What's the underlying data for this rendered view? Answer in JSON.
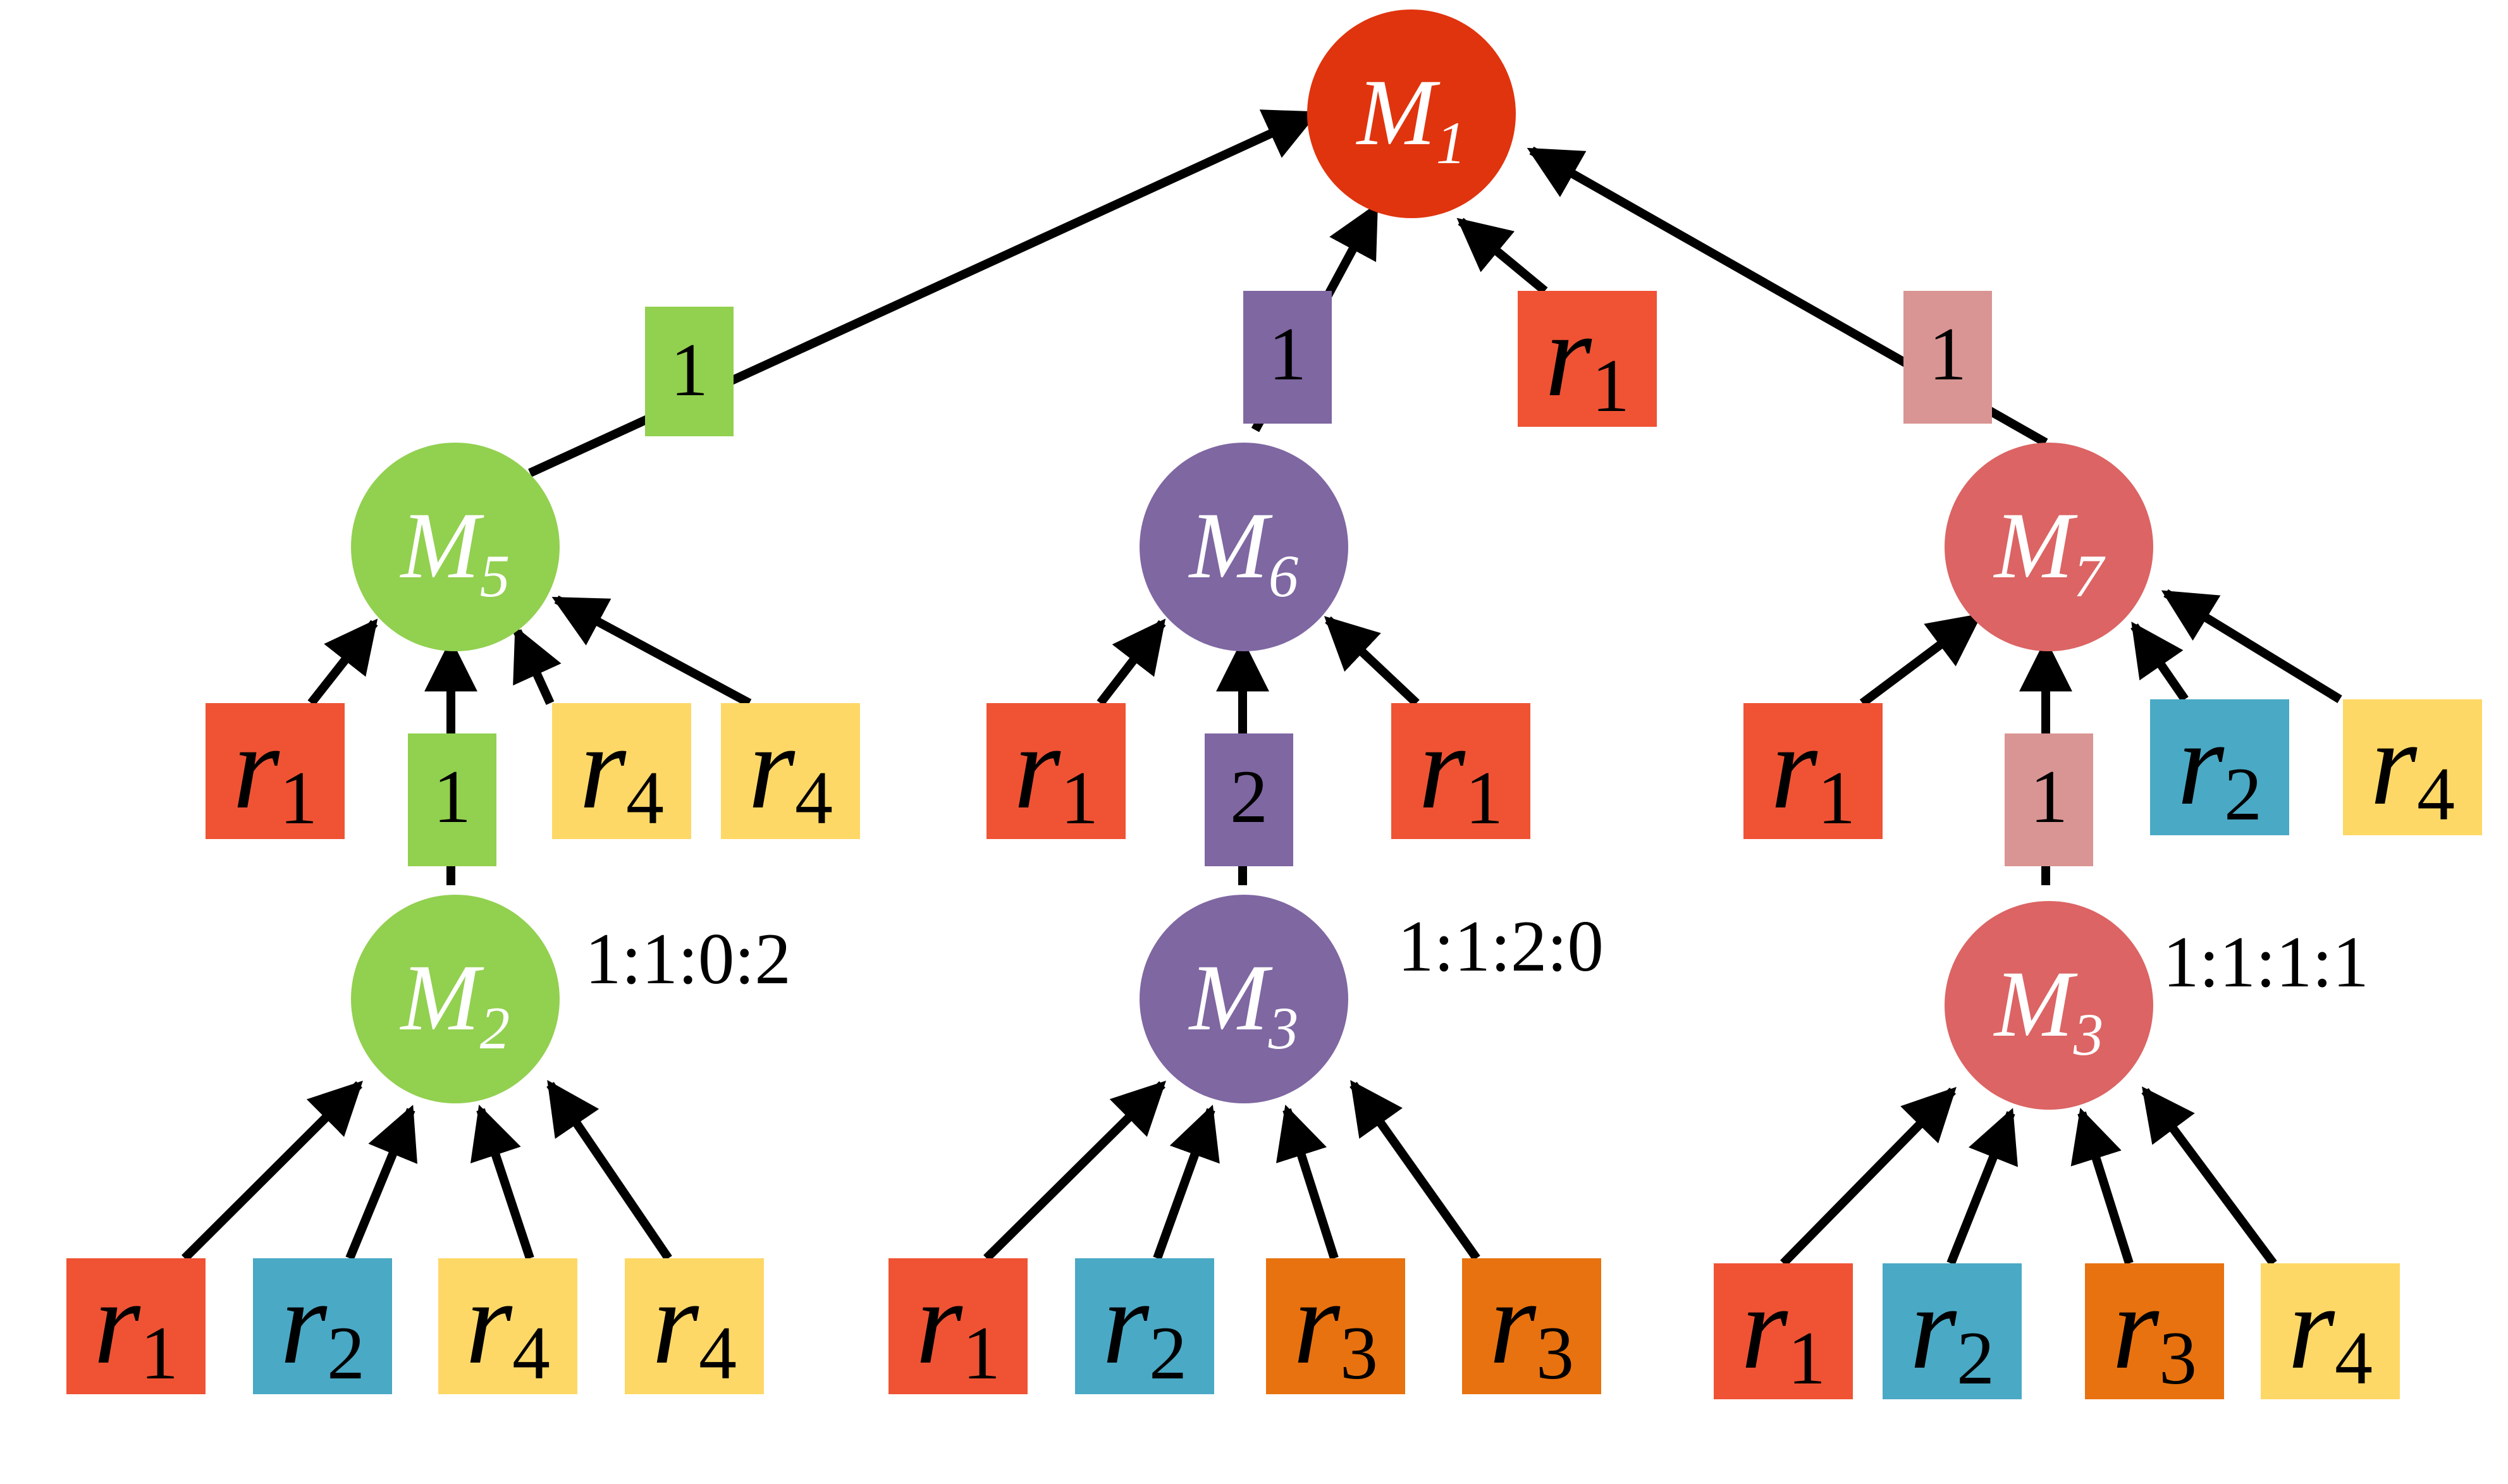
{
  "colors": {
    "r1": "#ef5334",
    "r2": "#4aa9c5",
    "r3": "#e8720f",
    "r4": "#fed866",
    "m1": "#e0340e",
    "m_green": "#92d050",
    "m_purple": "#7f67a2",
    "m_pink": "#dc6464",
    "edge_pink": "#d99593",
    "arrow": "#000000"
  },
  "nodes": {
    "m1": {
      "main": "M",
      "sub": "1"
    },
    "m5": {
      "main": "M",
      "sub": "5"
    },
    "m6": {
      "main": "M",
      "sub": "6"
    },
    "m7": {
      "main": "M",
      "sub": "7"
    },
    "m2": {
      "main": "M",
      "sub": "2"
    },
    "m3a": {
      "main": "M",
      "sub": "3"
    },
    "m3b": {
      "main": "M",
      "sub": "3"
    }
  },
  "edge_labels": {
    "m5_m1": "1",
    "m6_m1": "1",
    "m7_m1": "1",
    "m2_m5": "1",
    "m3_m6": "2",
    "m3_m7": "1"
  },
  "ratios": {
    "left": "1:1:0:2",
    "middle": "1:1:2:0",
    "right": "1:1:1:1"
  },
  "rules": {
    "top_r1": {
      "main": "r",
      "sub": "1"
    },
    "m5_r1": {
      "main": "r",
      "sub": "1"
    },
    "m5_r4a": {
      "main": "r",
      "sub": "4"
    },
    "m5_r4b": {
      "main": "r",
      "sub": "4"
    },
    "m6_r1a": {
      "main": "r",
      "sub": "1"
    },
    "m6_r1b": {
      "main": "r",
      "sub": "1"
    },
    "m7_r1": {
      "main": "r",
      "sub": "1"
    },
    "m7_r2": {
      "main": "r",
      "sub": "2"
    },
    "m7_r4": {
      "main": "r",
      "sub": "4"
    },
    "b1_r1": {
      "main": "r",
      "sub": "1"
    },
    "b1_r2": {
      "main": "r",
      "sub": "2"
    },
    "b1_r4a": {
      "main": "r",
      "sub": "4"
    },
    "b1_r4b": {
      "main": "r",
      "sub": "4"
    },
    "b2_r1": {
      "main": "r",
      "sub": "1"
    },
    "b2_r2": {
      "main": "r",
      "sub": "2"
    },
    "b2_r3a": {
      "main": "r",
      "sub": "3"
    },
    "b2_r3b": {
      "main": "r",
      "sub": "3"
    },
    "b3_r1": {
      "main": "r",
      "sub": "1"
    },
    "b3_r2": {
      "main": "r",
      "sub": "2"
    },
    "b3_r3": {
      "main": "r",
      "sub": "3"
    },
    "b3_r4": {
      "main": "r",
      "sub": "4"
    }
  }
}
